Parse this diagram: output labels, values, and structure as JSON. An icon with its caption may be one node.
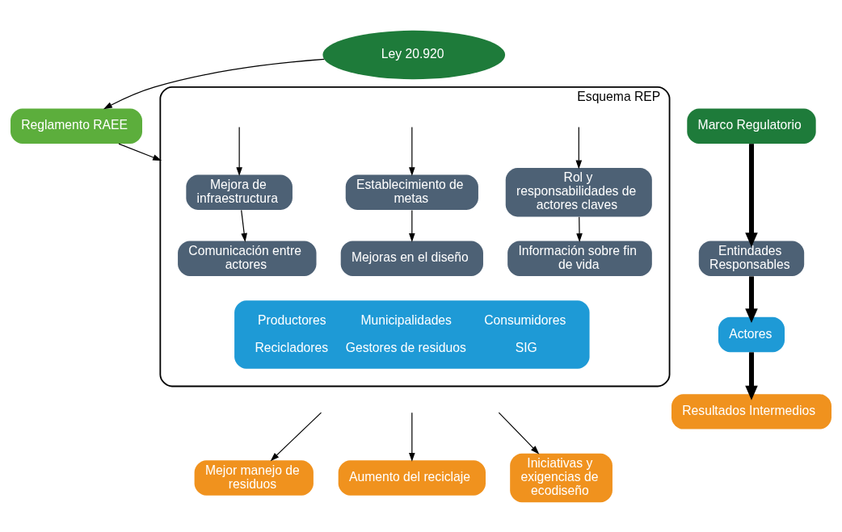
{
  "diagram": {
    "nodes": [
      {
        "text": [
          "Ley 20.920"
        ]
      },
      {
        "text": [
          "Reglamento RAEE"
        ]
      },
      {
        "text": [
          "Marco Regulatorio"
        ]
      },
      {
        "text": [
          "Entindades Responsables"
        ]
      },
      {
        "text": [
          "Actores"
        ]
      },
      {
        "text": [
          "Resultados Intermedios"
        ]
      },
      {
        "text": [
          "Esquema REP"
        ]
      },
      {
        "text": [
          "Mejora de infraestructura"
        ],
        "in": 6
      },
      {
        "text": [
          "Comunicación entre actores"
        ],
        "in": 6
      },
      {
        "text": [
          "Rol y responsabilidades de actores claves"
        ],
        "in": 6
      },
      {
        "text": [
          "Información sobre fin de vida"
        ],
        "in": 6
      },
      {
        "text": [
          "Establecimiento de metas"
        ],
        "in": 6
      },
      {
        "text": [
          "Mejoras en el diseño"
        ],
        "in": 6
      },
      {
        "text": [
          "Productores",
          "Municipalidades",
          "Consumidores",
          "Recicladores",
          "Gestores de residuos",
          "SIG"
        ],
        "in": 6
      },
      {
        "text": [
          "Mejor manejo de residuos"
        ]
      },
      {
        "text": [
          "Aumento del reciclaje"
        ]
      },
      {
        "text": [
          "Iniciativas y exigencias de ecodiseño"
        ]
      }
    ],
    "edges": [
      {
        "from": 0,
        "to": 1,
        "arrow": "to"
      },
      {
        "from": 1,
        "to": 6,
        "arrow": "to"
      },
      {
        "from": null,
        "to": 7,
        "arrow": "to"
      },
      {
        "from": null,
        "to": 9,
        "arrow": "to"
      },
      {
        "from": null,
        "to": 11,
        "arrow": "to"
      },
      {
        "from": 7,
        "to": 8,
        "arrow": "to"
      },
      {
        "from": 9,
        "to": 10,
        "arrow": "to"
      },
      {
        "from": 11,
        "to": 12,
        "arrow": "to"
      },
      {
        "from": 2,
        "to": 3,
        "arrow": "to",
        "style": "thick"
      },
      {
        "from": 3,
        "to": 4,
        "arrow": "to",
        "style": "thick"
      },
      {
        "from": 4,
        "to": 5,
        "arrow": "to",
        "style": "thick"
      },
      {
        "from": null,
        "to": 14,
        "arrow": "to"
      },
      {
        "from": null,
        "to": 15,
        "arrow": "to"
      },
      {
        "from": null,
        "to": 16,
        "arrow": "to"
      }
    ]
  }
}
